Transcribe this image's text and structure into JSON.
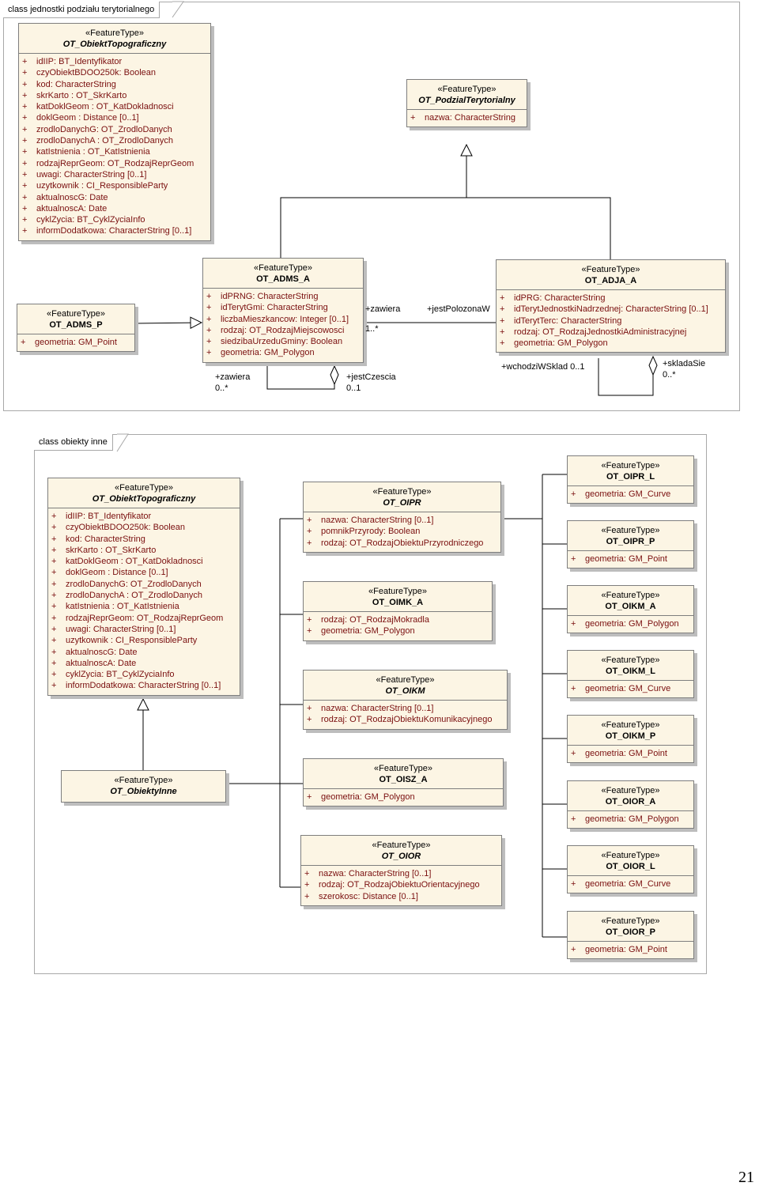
{
  "page_number": "21",
  "diagram1": {
    "title": "class jednostki podziału terytorialnego",
    "classes": {
      "ot_obiekt": {
        "stereotype": "«FeatureType»",
        "name": "OT_ObiektTopograficzny",
        "attributes": [
          {
            "vis": "+",
            "text": "idIIP:  BT_Identyfikator"
          },
          {
            "vis": "+",
            "text": "czyObiektBDOO250k:  Boolean"
          },
          {
            "vis": "+",
            "text": "kod:  CharacterString"
          },
          {
            "vis": "+",
            "text": "skrKarto :  OT_SkrKarto"
          },
          {
            "vis": "+",
            "text": "katDoklGeom :  OT_KatDokladnosci"
          },
          {
            "vis": "+",
            "text": "doklGeom :  Distance [0..1]"
          },
          {
            "vis": "+",
            "text": "zrodloDanychG:  OT_ZrodloDanych"
          },
          {
            "vis": "+",
            "text": "zrodloDanychA :  OT_ZrodloDanych"
          },
          {
            "vis": "+",
            "text": "katIstnienia :  OT_KatIstnienia"
          },
          {
            "vis": "+",
            "text": "rodzajReprGeom:  OT_RodzajReprGeom"
          },
          {
            "vis": "+",
            "text": "uwagi:  CharacterString [0..1]"
          },
          {
            "vis": "+",
            "text": "uzytkownik :  CI_ResponsibleParty"
          },
          {
            "vis": "+",
            "text": "aktualnoscG:  Date"
          },
          {
            "vis": "+",
            "text": "aktualnoscA:  Date"
          },
          {
            "vis": "+",
            "text": "cyklZycia:  BT_CyklZyciaInfo"
          },
          {
            "vis": "+",
            "text": "informDodatkowa:  CharacterString [0..1]"
          }
        ]
      },
      "ot_podzial": {
        "stereotype": "«FeatureType»",
        "name": "OT_PodzialTerytorialny",
        "attributes": [
          {
            "vis": "+",
            "text": "nazwa:  CharacterString"
          }
        ]
      },
      "ot_adms_p": {
        "stereotype": "«FeatureType»",
        "name": "OT_ADMS_P",
        "attributes": [
          {
            "vis": "+",
            "text": "geometria:  GM_Point"
          }
        ]
      },
      "ot_adms_a": {
        "stereotype": "«FeatureType»",
        "name": "OT_ADMS_A",
        "attributes": [
          {
            "vis": "+",
            "text": "idPRNG:  CharacterString"
          },
          {
            "vis": "+",
            "text": "idTerytGmi:  CharacterString"
          },
          {
            "vis": "+",
            "text": "liczbaMieszkancow:  Integer [0..1]"
          },
          {
            "vis": "+",
            "text": "rodzaj:  OT_RodzajMiejscowosci"
          },
          {
            "vis": "+",
            "text": "siedzibaUrzeduGminy:  Boolean"
          },
          {
            "vis": "+",
            "text": "geometria:  GM_Polygon"
          }
        ]
      },
      "ot_adja_a": {
        "stereotype": "«FeatureType»",
        "name": "OT_ADJA_A",
        "attributes": [
          {
            "vis": "+",
            "text": "idPRG:  CharacterString"
          },
          {
            "vis": "+",
            "text": "idTerytJednostkiNadrzednej:  CharacterString [0..1]"
          },
          {
            "vis": "+",
            "text": "idTerytTerc:  CharacterString"
          },
          {
            "vis": "+",
            "text": "rodzaj:  OT_RodzajJednostkiAdministracyjnej"
          },
          {
            "vis": "+",
            "text": "geometria:  GM_Polygon"
          }
        ]
      }
    },
    "labels": {
      "zawiera_top": "+zawiera",
      "jestPolozonaW": "+jestPolozonaW",
      "mult_1n": "1..*",
      "zawiera_bottom": "+zawiera",
      "mult_0n_left": "0..*",
      "jestCzescia": "+jestCzescia",
      "mult_01_left": "0..1",
      "wchodziWSklad": "+wchodziWSklad 0..1",
      "skladaSie": "+skladaSie",
      "mult_0n_right": "0..*"
    }
  },
  "diagram2": {
    "title": "class obiekty inne",
    "classes": {
      "ot_obiekt": {
        "stereotype": "«FeatureType»",
        "name": "OT_ObiektTopograficzny",
        "attributes": [
          {
            "vis": "+",
            "text": "idIIP:  BT_Identyfikator"
          },
          {
            "vis": "+",
            "text": "czyObiektBDOO250k:  Boolean"
          },
          {
            "vis": "+",
            "text": "kod:  CharacterString"
          },
          {
            "vis": "+",
            "text": "skrKarto :  OT_SkrKarto"
          },
          {
            "vis": "+",
            "text": "katDoklGeom :  OT_KatDokladnosci"
          },
          {
            "vis": "+",
            "text": "doklGeom :  Distance [0..1]"
          },
          {
            "vis": "+",
            "text": "zrodloDanychG:  OT_ZrodloDanych"
          },
          {
            "vis": "+",
            "text": "zrodloDanychA :  OT_ZrodloDanych"
          },
          {
            "vis": "+",
            "text": "katIstnienia :  OT_KatIstnienia"
          },
          {
            "vis": "+",
            "text": "rodzajReprGeom:  OT_RodzajReprGeom"
          },
          {
            "vis": "+",
            "text": "uwagi:  CharacterString [0..1]"
          },
          {
            "vis": "+",
            "text": "uzytkownik :  CI_ResponsibleParty"
          },
          {
            "vis": "+",
            "text": "aktualnoscG:  Date"
          },
          {
            "vis": "+",
            "text": "aktualnoscA:  Date"
          },
          {
            "vis": "+",
            "text": "cyklZycia:  BT_CyklZyciaInfo"
          },
          {
            "vis": "+",
            "text": "informDodatkowa:  CharacterString [0..1]"
          }
        ]
      },
      "ot_obiektyinne": {
        "stereotype": "«FeatureType»",
        "name": "OT_ObiektyInne",
        "attributes": []
      },
      "ot_oipr": {
        "stereotype": "«FeatureType»",
        "name": "OT_OIPR",
        "attributes": [
          {
            "vis": "+",
            "text": "nazwa:  CharacterString [0..1]"
          },
          {
            "vis": "+",
            "text": "pomnikPrzyrody:  Boolean"
          },
          {
            "vis": "+",
            "text": "rodzaj:  OT_RodzajObiektuPrzyrodniczego"
          }
        ]
      },
      "ot_oimk_a": {
        "stereotype": "«FeatureType»",
        "name": "OT_OIMK_A",
        "attributes": [
          {
            "vis": "+",
            "text": "rodzaj:  OT_RodzajMokradla"
          },
          {
            "vis": "+",
            "text": "geometria:  GM_Polygon"
          }
        ]
      },
      "ot_oikm": {
        "stereotype": "«FeatureType»",
        "name": "OT_OIKM",
        "attributes": [
          {
            "vis": "+",
            "text": "nazwa:  CharacterString [0..1]"
          },
          {
            "vis": "+",
            "text": "rodzaj:  OT_RodzajObiektuKomunikacyjnego"
          }
        ]
      },
      "ot_oisz_a": {
        "stereotype": "«FeatureType»",
        "name": "OT_OISZ_A",
        "attributes": [
          {
            "vis": "+",
            "text": "geometria:  GM_Polygon"
          }
        ]
      },
      "ot_oior": {
        "stereotype": "«FeatureType»",
        "name": "OT_OIOR",
        "attributes": [
          {
            "vis": "+",
            "text": "nazwa:  CharacterString [0..1]"
          },
          {
            "vis": "+",
            "text": "rodzaj:  OT_RodzajObiektuOrientacyjnego"
          },
          {
            "vis": "+",
            "text": "szerokosc:  Distance [0..1]"
          }
        ]
      },
      "ot_oipr_l": {
        "stereotype": "«FeatureType»",
        "name": "OT_OIPR_L",
        "attributes": [
          {
            "vis": "+",
            "text": "geometria:  GM_Curve"
          }
        ]
      },
      "ot_oipr_p": {
        "stereotype": "«FeatureType»",
        "name": "OT_OIPR_P",
        "attributes": [
          {
            "vis": "+",
            "text": "geometria:  GM_Point"
          }
        ]
      },
      "ot_oikm_a": {
        "stereotype": "«FeatureType»",
        "name": "OT_OIKM_A",
        "attributes": [
          {
            "vis": "+",
            "text": "geometria:  GM_Polygon"
          }
        ]
      },
      "ot_oikm_l": {
        "stereotype": "«FeatureType»",
        "name": "OT_OIKM_L",
        "attributes": [
          {
            "vis": "+",
            "text": "geometria:  GM_Curve"
          }
        ]
      },
      "ot_oikm_p": {
        "stereotype": "«FeatureType»",
        "name": "OT_OIKM_P",
        "attributes": [
          {
            "vis": "+",
            "text": "geometria:  GM_Point"
          }
        ]
      },
      "ot_oior_a": {
        "stereotype": "«FeatureType»",
        "name": "OT_OIOR_A",
        "attributes": [
          {
            "vis": "+",
            "text": "geometria:  GM_Polygon"
          }
        ]
      },
      "ot_oior_l": {
        "stereotype": "«FeatureType»",
        "name": "OT_OIOR_L",
        "attributes": [
          {
            "vis": "+",
            "text": "geometria:  GM_Curve"
          }
        ]
      },
      "ot_oior_p": {
        "stereotype": "«FeatureType»",
        "name": "OT_OIOR_P",
        "attributes": [
          {
            "vis": "+",
            "text": "geometria:  GM_Point"
          }
        ]
      }
    }
  }
}
